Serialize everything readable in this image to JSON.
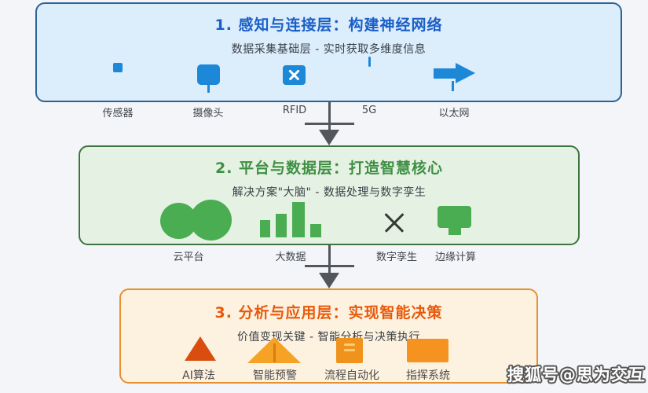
{
  "watermark": {
    "text": "搜狐号@思为交互"
  },
  "connectors": {
    "style": "down-arrow-with-crossbar",
    "color": "#53575c"
  },
  "layers": [
    {
      "title": "1. 感知与连接层：构建神经网络",
      "subtitle": "数据采集基础层 - 实时获取多维度信息",
      "accent_color": "#1a5fc8",
      "border_color": "#2d6394",
      "background_color": "#dcedfb",
      "icon_color": "#1d87d8",
      "items": [
        {
          "label": "传感器",
          "icon": "sensor-icon"
        },
        {
          "label": "摄像头",
          "icon": "camera-icon"
        },
        {
          "label": "RFID",
          "icon": "rfid-tag-icon"
        },
        {
          "label": "5G",
          "icon": "signal-5g-icon"
        },
        {
          "label": "以太网",
          "icon": "ethernet-arrow-icon"
        }
      ]
    },
    {
      "title": "2. 平台与数据层：打造智慧核心",
      "subtitle": "解决方案\"大脑\" - 数据处理与数字孪生",
      "accent_color": "#3e8f43",
      "border_color": "#3f7340",
      "background_color": "#e5f2e3",
      "icon_color": "#4aad52",
      "items": [
        {
          "label": "云平台",
          "icon": "cloud-icon"
        },
        {
          "label": "大数据",
          "icon": "bar-chart-icon"
        },
        {
          "label": "数字孪生",
          "icon": "x-mark-icon"
        },
        {
          "label": "边缘计算",
          "icon": "monitor-icon"
        }
      ]
    },
    {
      "title": "3. 分析与应用层：实现智能决策",
      "subtitle": "价值变现关键 - 智能分析与决策执行",
      "accent_color": "#e8590c",
      "border_color": "#e79030",
      "background_color": "#fdf2df",
      "icon_color": "#f0931d",
      "items": [
        {
          "label": "AI算法",
          "icon": "ai-triangle-icon"
        },
        {
          "label": "智能预警",
          "icon": "warning-triangle-icon"
        },
        {
          "label": "流程自动化",
          "icon": "automation-square-icon"
        },
        {
          "label": "指挥系统",
          "icon": "command-system-icon"
        }
      ]
    }
  ]
}
